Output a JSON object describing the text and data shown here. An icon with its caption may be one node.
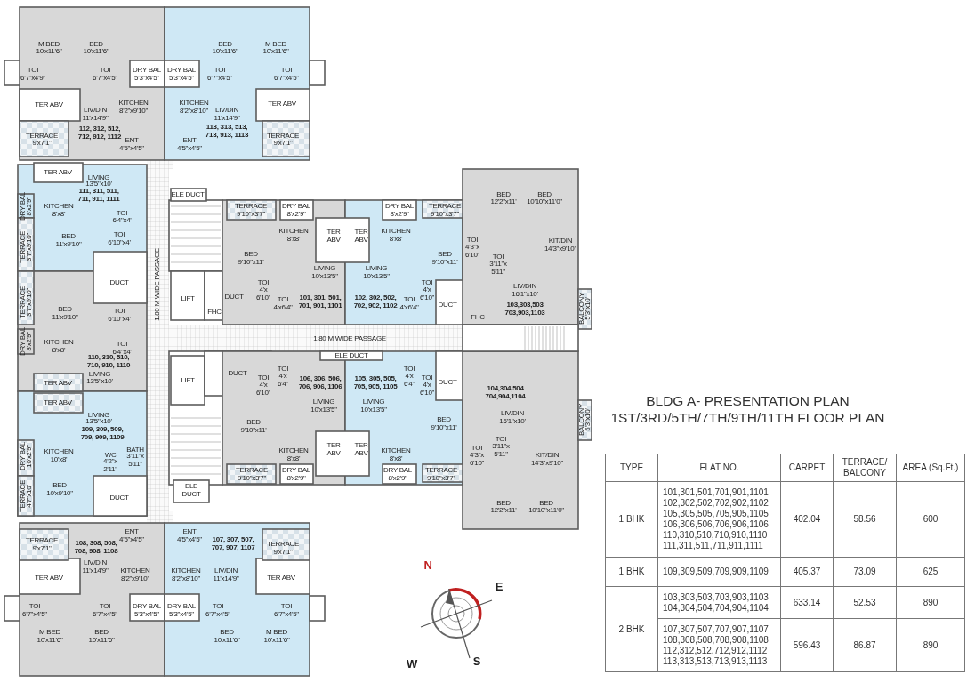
{
  "diagram": {
    "title": "BLDG A- PRESENTATION PLAN 1ST/3RD/5TH/7TH/9TH/11TH FLOOR PLAN",
    "labels": [
      "M BED",
      "10'x11'6\"",
      "BED",
      "10'x11'6\"",
      "BED",
      "10'x11'6\"",
      "M BED",
      "10'x11'6\"",
      "TOI",
      "6'7\"x4'9\"",
      "TOI",
      "6'7\"x4'5\"",
      "DRY BAL",
      "5'3\"x4'5\"",
      "DRY BAL",
      "5'3\"x4'5\"",
      "TOI",
      "6'7\"x4'5\"",
      "TOI",
      "6'7\"x4'5\"",
      "TER ABV",
      "LIV/DIN",
      "11'x14'9\"",
      "KITCHEN",
      "8'2\"x9'10\"",
      "KITCHEN",
      "8'2\"x8'10\"",
      "LIV/DIN",
      "11'x14'9\"",
      "TER ABV",
      "112, 312, 512, 712, 912, 1112",
      "113, 313, 513, 713, 913, 1113",
      "TERRACE",
      "9'x7'1\"",
      "TERRACE",
      "9'x7'1\"",
      "ENT",
      "4'5\"x4'5\"",
      "ENT",
      "4'5\"x4'5\"",
      "TER ABV",
      "LIVING",
      "13'5\"x10'",
      "111, 311, 511, 711, 911, 1111",
      "DRY BAL",
      "8'x2'9\"",
      "KITCHEN",
      "8'x8'",
      "TOI",
      "6'4\"x4'",
      "BED",
      "11'x9'10\"",
      "TOI",
      "6'10\"x4'",
      "TERRACE",
      "3'7\"x9'10\"",
      "DUCT",
      "TERRACE",
      "3'7\"x9'10\"",
      "BED",
      "11'x9'10\"",
      "TOI",
      "6'10\"x4'",
      "DRY BAL",
      "8'x2'9\"",
      "KITCHEN",
      "8'x8'",
      "TOI",
      "6'4\"x4'",
      "110, 310, 510, 710, 910, 1110",
      "LIVING",
      "13'5\"x10'",
      "TER ABV",
      "1.80 M WIDE PASSAGE",
      "TER ABV",
      "LIVING",
      "13'5\"x10'",
      "109, 309, 509, 709, 909, 1109",
      "DRY BAL",
      "10'x2'9\"",
      "KITCHEN",
      "10'x8'",
      "WC",
      "4'2\"x 2'11\"",
      "BATH",
      "3'11\"x 5'11\"",
      "BED",
      "10'x9'10\"",
      "TERRACE",
      "4'7\"x10'",
      "DUCT",
      "TERRACE",
      "9'x7'1\"",
      "ENT",
      "4'5\"x4'5\"",
      "ENT",
      "4'5\"x4'5\"",
      "108, 308, 508, 708, 908, 1108",
      "107, 307, 507, 707, 907, 1107",
      "TERRACE",
      "9'x7'1\"",
      "TER ABV",
      "LIV/DIN",
      "11'x14'9\"",
      "KITCHEN",
      "8'2\"x9'10\"",
      "KITCHEN",
      "8'2\"x8'10\"",
      "LIV/DIN",
      "11'x14'9\"",
      "TER ABV",
      "TOI",
      "6'7\"x4'5\"",
      "TOI",
      "6'7\"x4'5\"",
      "DRY BAL",
      "5'3\"x4'5\"",
      "DRY BAL",
      "5'3\"x4'5\"",
      "TOI",
      "6'7\"x4'5\"",
      "TOI",
      "6'7\"x4'5\"",
      "M BED",
      "10'x11'6\"",
      "BED",
      "10'x11'6\"",
      "BED",
      "10'x11'6\"",
      "M BED",
      "10'x11'6\"",
      "ELE DUCT",
      "BED",
      "12'2\"x11'",
      "BED",
      "10'10\"x11'0\"",
      "TERRACE",
      "9'10\"x3'7\"",
      "DRY BAL",
      "8'x2'9\"",
      "DRY BAL",
      "8'x2'9\"",
      "TERRACE",
      "9'10\"x3'7\"",
      "KITCHEN",
      "8'x8'",
      "TER ABV",
      "TER ABV",
      "KITCHEN",
      "8'x8'",
      "TOI",
      "4'3\"x 6'10\"",
      "KIT/DIN",
      "14'3\"x9'10\"",
      "BED",
      "9'10\"x11'",
      "BED",
      "9'10\"x11'",
      "TOI",
      "3'11\"x 5'11\"",
      "LIVING",
      "10'x13'5\"",
      "LIVING",
      "10'x13'5\"",
      "TOI",
      "4'x 6'10\"",
      "TOI",
      "4'x 6'10\"",
      "LIV/DIN",
      "16'1\"x10'",
      "BALCONY",
      "5'3\"x10'",
      "LIFT",
      "DUCT",
      "DUCT",
      "TOI",
      "4'x6'4\"",
      "101, 301, 501, 701, 901, 1101",
      "102, 302, 502, 702, 902, 1102",
      "TOI",
      "4'x6'4\"",
      "103,303,503 703,903,1103",
      "FHC",
      "FHC",
      "1.80 M WIDE PASSAGE",
      "ELE DUCT",
      "TOI",
      "4'x 6'4\"",
      "TOI",
      "4'x 6'4\"",
      "TOI",
      "4'x 6'10\"",
      "TOI",
      "4'x 6'10\"",
      "DUCT",
      "DUCT",
      "106, 306, 506, 706, 906, 1106",
      "105, 305, 505, 705, 905, 1105",
      "104,304,504 704,904,1104",
      "LIFT",
      "LIVING",
      "10'x13'5\"",
      "LIVING",
      "10'x13'5\"",
      "BED",
      "9'10\"x11'",
      "BED",
      "9'10\"x11'",
      "LIV/DIN",
      "16'1\"x10'",
      "BALCONY",
      "5'3\"x10'",
      "KITCHEN",
      "8'x8'",
      "TER ABV",
      "TER ABV",
      "KITCHEN",
      "8'x8'",
      "TOI",
      "4'3\"x 6'10\"",
      "TOI",
      "3'11\"x 5'11\"",
      "KIT/DIN",
      "14'3\"x9'10\"",
      "TERRACE",
      "9'10\"x3'7\"",
      "DRY BAL",
      "8'x2'9\"",
      "DRY BAL",
      "8'x2'9\"",
      "TERRACE",
      "9'10\"x3'7\"",
      "ELE DUCT",
      "BED",
      "12'2\"x11'",
      "BED",
      "10'10\"x11'0\"",
      "N",
      "E",
      "W",
      "S",
      "TYPE",
      "FLAT NO.",
      "CARPET",
      "TERRACE/ BALCONY",
      "AREA (Sq.Ft.)",
      "1 BHK",
      "101,301,501,701,901,1101 102,302,502,702,902,1102 105,305,505,705,905,1105 106,306,506,706,906,1106 110,310,510,710,910,1110 111,311,511,711,911,1111",
      "402.04",
      "58.56",
      "600",
      "1 BHK",
      "109,309,509,709,909,1109",
      "405.37",
      "73.09",
      "625",
      "2 BHK",
      "103,303,503,703,903,1103 104,304,504,704,904,1104",
      "633.14",
      "52.53",
      "890",
      "107,307,507,707,907,1107 108,308,508,708,908,1108 112,312,512,712,912,1112 113,313,513,713,913,1113",
      "596.43",
      "86.87",
      "890"
    ]
  }
}
